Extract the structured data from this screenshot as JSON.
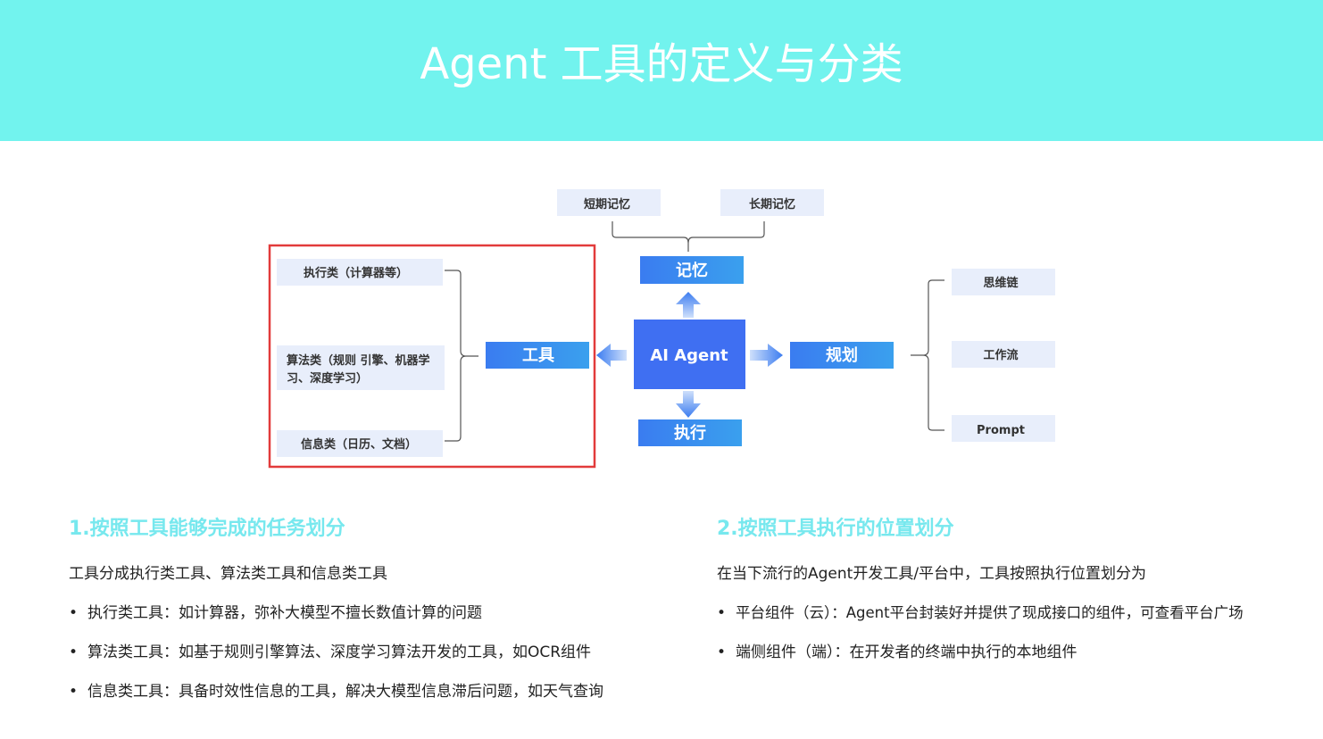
{
  "header": {
    "title": "Agent 工具的定义与分类",
    "bg_color": "#72f3ee"
  },
  "diagram": {
    "center": "AI Agent",
    "memory": {
      "label": "记忆",
      "children": [
        "短期记忆",
        "长期记忆"
      ]
    },
    "tools": {
      "label": "工具",
      "children": [
        "执行类（计算器等）",
        "算法类（规则 引擎、机器学",
        "习、深度学习）",
        "信息类（日历、文档）"
      ]
    },
    "planning": {
      "label": "规划",
      "children": [
        "思维链",
        "工作流",
        "Prompt"
      ]
    },
    "execution": {
      "label": "执行"
    },
    "colors": {
      "primary": "#3b86f0",
      "center": "#3f6ff2",
      "light_box": "#e8eefb",
      "highlight": "#e23b3b"
    }
  },
  "section1": {
    "title": "1.按照工具能够完成的任务划分",
    "intro": "工具分成执行类工具、算法类工具和信息类工具",
    "bullets": [
      "执行类工具：如计算器，弥补大模型不擅长数值计算的问题",
      "算法类工具：如基于规则引擎算法、深度学习算法开发的工具，如OCR组件",
      "信息类工具：具备时效性信息的工具，解决大模型信息滞后问题，如天气查询"
    ]
  },
  "section2": {
    "title": "2.按照工具执行的位置划分",
    "intro": "在当下流行的Agent开发工具/平台中，工具按照执行位置划分为",
    "bullets": [
      "平台组件（云）：Agent平台封装好并提供了现成接口的组件，可查看平台广场",
      "端侧组件（端）：在开发者的终端中执行的本地组件"
    ]
  },
  "bullet_symbol": "•"
}
